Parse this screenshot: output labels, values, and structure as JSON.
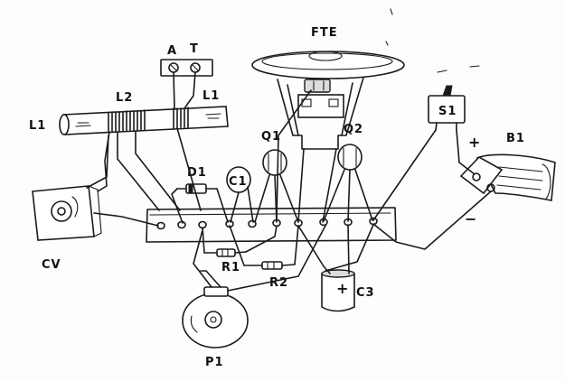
{
  "diagram": {
    "labels": {
      "fte": "FTE",
      "a": "A",
      "t": "T",
      "l2": "L2",
      "l1_right": "L1",
      "l1_left": "L1",
      "d1": "D1",
      "c1": "C1",
      "q1": "Q1",
      "q2": "Q2",
      "s1": "S1",
      "b1": "B1",
      "cv": "CV",
      "r1": "R1",
      "r2": "R2",
      "c3": "C3",
      "p1": "P1"
    },
    "battery_plus": "+",
    "battery_minus": "−",
    "c3_plus": "+"
  }
}
